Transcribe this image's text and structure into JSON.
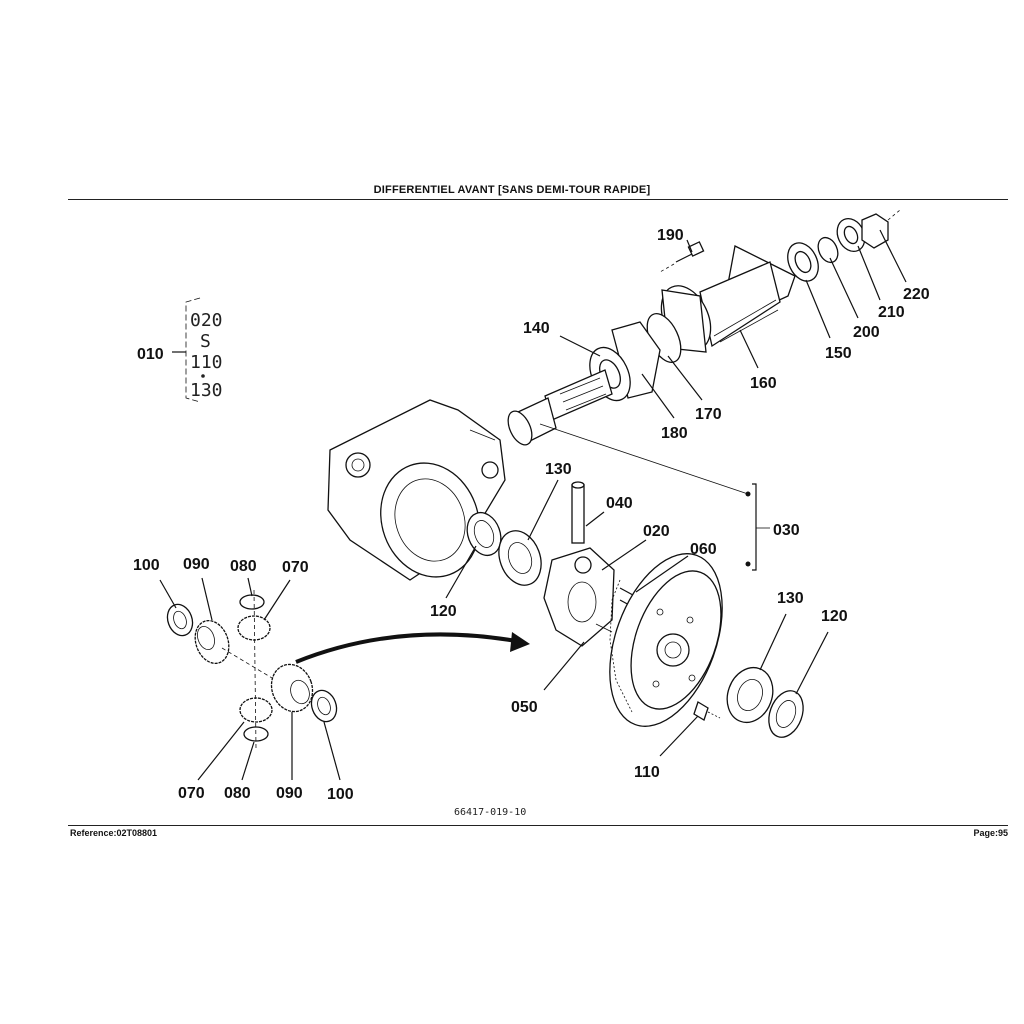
{
  "header": {
    "title": "DIFFERENTIEL AVANT   [SANS DEMI-TOUR RAPIDE]"
  },
  "footer": {
    "reference": "Reference:02T08801",
    "page": "Page:95"
  },
  "drawing_number": "66417-019-10",
  "assembly_note": {
    "label": "010",
    "range_start": "020",
    "range_mid": "110",
    "range_end": "130",
    "tilde": "S"
  },
  "callouts": {
    "c190": "190",
    "c140": "140",
    "c220": "220",
    "c210": "210",
    "c200": "200",
    "c150": "150",
    "c160": "160",
    "c170": "170",
    "c180": "180",
    "c130a": "130",
    "c040": "040",
    "c020": "020",
    "c060": "060",
    "c030": "030",
    "c120a": "120",
    "c100a": "100",
    "c090a": "090",
    "c080a": "080",
    "c070a": "070",
    "c130b": "130",
    "c120b": "120",
    "c050": "050",
    "c110": "110",
    "c070b": "070",
    "c080b": "080",
    "c090b": "090",
    "c100b": "100"
  }
}
